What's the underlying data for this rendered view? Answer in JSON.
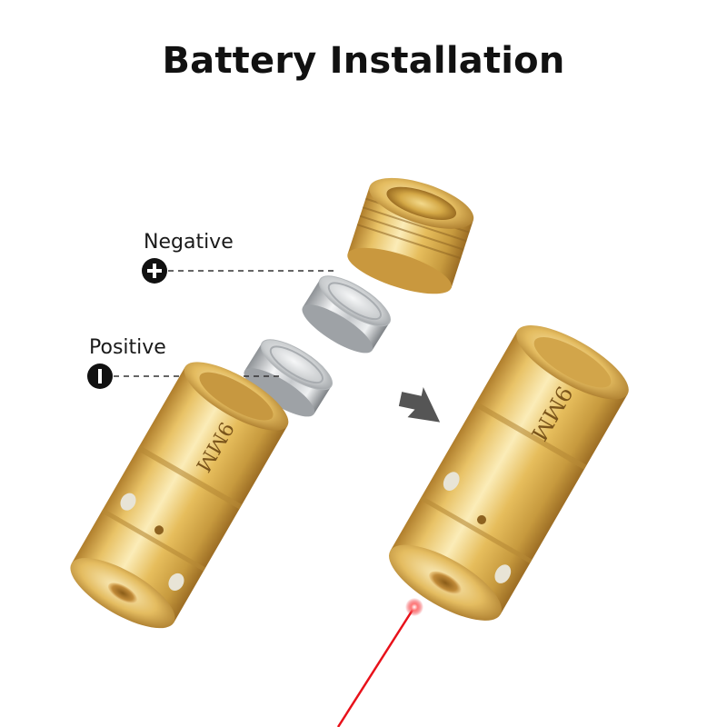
{
  "title": "Battery Installation",
  "callouts": {
    "negative_label": "Negative",
    "positive_label": "Positive"
  },
  "cartridges": {
    "left_stamp": "9MM",
    "right_stamp": "9MM"
  },
  "colors": {
    "brass_light": "#f8e3a0",
    "brass_mid": "#e0b856",
    "brass_dark": "#a8782a",
    "battery_silver": "#d8dadc",
    "laser_red": "#e8111a",
    "arrow_gray": "#555555",
    "text": "#111111"
  },
  "icons": [
    "plus-icon",
    "minus-icon",
    "arrow-down-right-icon"
  ]
}
